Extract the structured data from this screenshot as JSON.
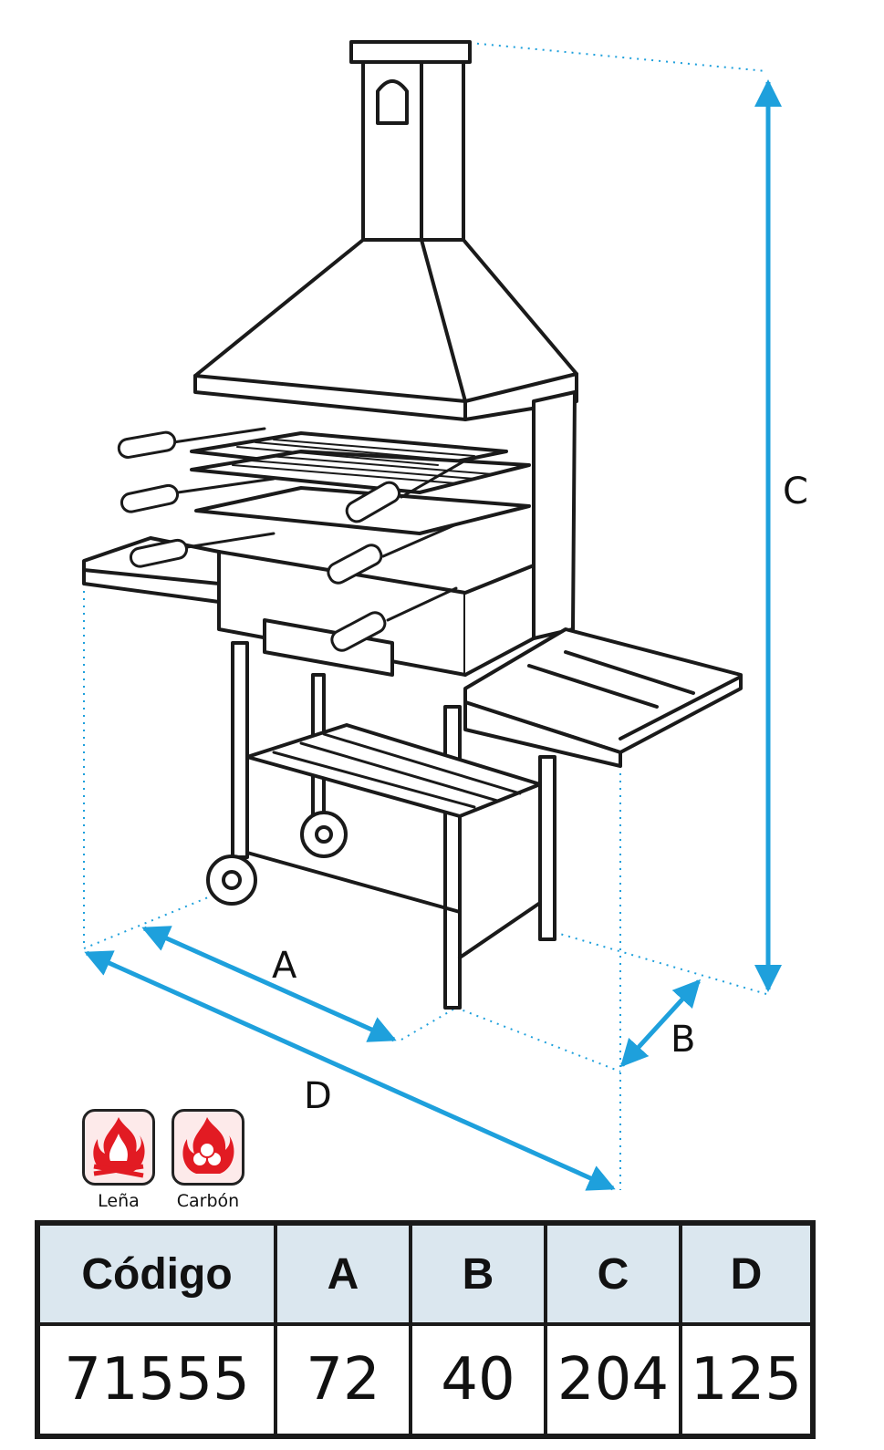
{
  "diagram": {
    "dimension_labels": {
      "a": "A",
      "b": "B",
      "c": "C",
      "d": "D"
    }
  },
  "fuel_icons": [
    {
      "icon": "firewood-flame-icon",
      "label": "Leña"
    },
    {
      "icon": "charcoal-flame-icon",
      "label": "Carbón"
    }
  ],
  "colors": {
    "dimension_arrow": "#1ea0dc",
    "flame": "#e21b23",
    "table_header": "#dbe7ef"
  },
  "spec_table": {
    "headers": [
      "Código",
      "A",
      "B",
      "C",
      "D"
    ],
    "rows": [
      [
        "71555",
        "72",
        "40",
        "204",
        "125"
      ]
    ]
  }
}
